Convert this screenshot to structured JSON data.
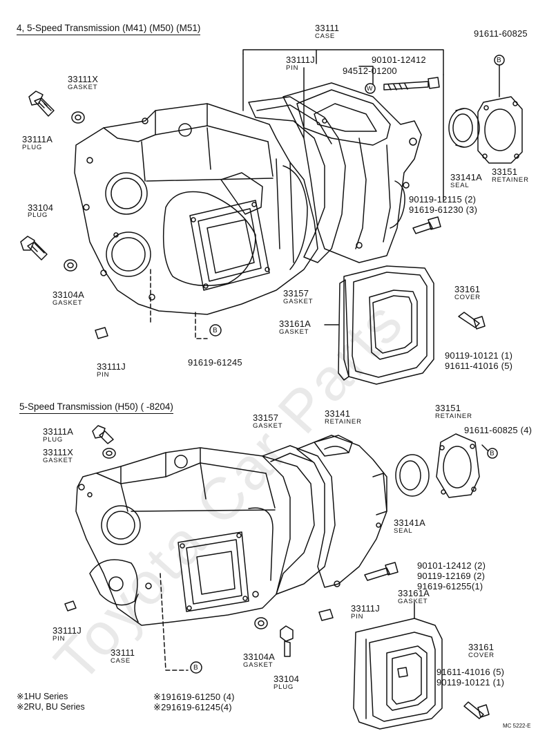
{
  "watermark": "Toyota Car Parts",
  "section1": {
    "title": "4, 5-Speed Transmission (M41) (M50) (M51)",
    "labels": {
      "case_pn": "33111",
      "case_name": "CASE",
      "pin_top_pn": "33111J",
      "pin_top_name": "PIN",
      "gasket_x_pn": "33111X",
      "gasket_x_name": "GASKET",
      "plug_a_pn": "33111A",
      "plug_a_name": "PLUG",
      "plug_pn": "33104",
      "plug_name": "PLUG",
      "gasket_a_pn": "33104A",
      "gasket_a_name": "GASKET",
      "pin_bot_pn": "33111J",
      "pin_bot_name": "PIN",
      "bolt_b_pn": "91619-61245",
      "bolt_top": "90101-12412",
      "washer_pn": "94512-01200",
      "bolt_r": "91611-60825",
      "seal_pn": "33141A",
      "seal_name": "SEAL",
      "retainer_pn": "33151",
      "retainer_name": "RETAINER",
      "bolt_m1": "90119-12115 (2)",
      "bolt_m2": "91619-61230 (3)",
      "gasket57_pn": "33157",
      "gasket57_name": "GASKET",
      "cover_pn": "33161",
      "cover_name": "COVER",
      "gasket61_pn": "33161A",
      "gasket61_name": "GASKET",
      "bolt_c1": "90119-10121 (1)",
      "bolt_c2": "91611-41016 (5)"
    }
  },
  "section2": {
    "title": "5-Speed Transmission (H50) (      -8204)",
    "labels": {
      "plug_a_pn": "33111A",
      "plug_a_name": "PLUG",
      "gasket_x_pn": "33111X",
      "gasket_x_name": "GASKET",
      "gasket57_pn": "33157",
      "gasket57_name": "GASKET",
      "retainer41_pn": "33141",
      "retainer41_name": "RETAINER",
      "retainer51_pn": "33151",
      "retainer51_name": "RETAINER",
      "bolt_r": "91611-60825 (4)",
      "seal_pn": "33141A",
      "seal_name": "SEAL",
      "bolt_m1": "90101-12412 (2)",
      "bolt_m2": "90119-12169 (2)",
      "bolt_m3": "91619-61255(1)",
      "gasket61_pn": "33161A",
      "gasket61_name": "GASKET",
      "pin_r_pn": "33111J",
      "pin_r_name": "PIN",
      "pin_l_pn": "33111J",
      "pin_l_name": "PIN",
      "case_pn": "33111",
      "case_name": "CASE",
      "gasket_a_pn": "33104A",
      "gasket_a_name": "GASKET",
      "plug_pn": "33104",
      "plug_name": "PLUG",
      "cover_pn": "33161",
      "cover_name": "COVER",
      "bolt_c1": "91611-41016 (5)",
      "bolt_c2": "90119-10121 (1)",
      "note_b1": "※191619-61250 (4)",
      "note_b2": "※291619-61245(4)"
    }
  },
  "markers": {
    "b": "B",
    "w": "W"
  },
  "footnotes": {
    "line1": "※1HU Series",
    "line2": "※2RU, BU Series"
  },
  "code": "MC 5222-E"
}
